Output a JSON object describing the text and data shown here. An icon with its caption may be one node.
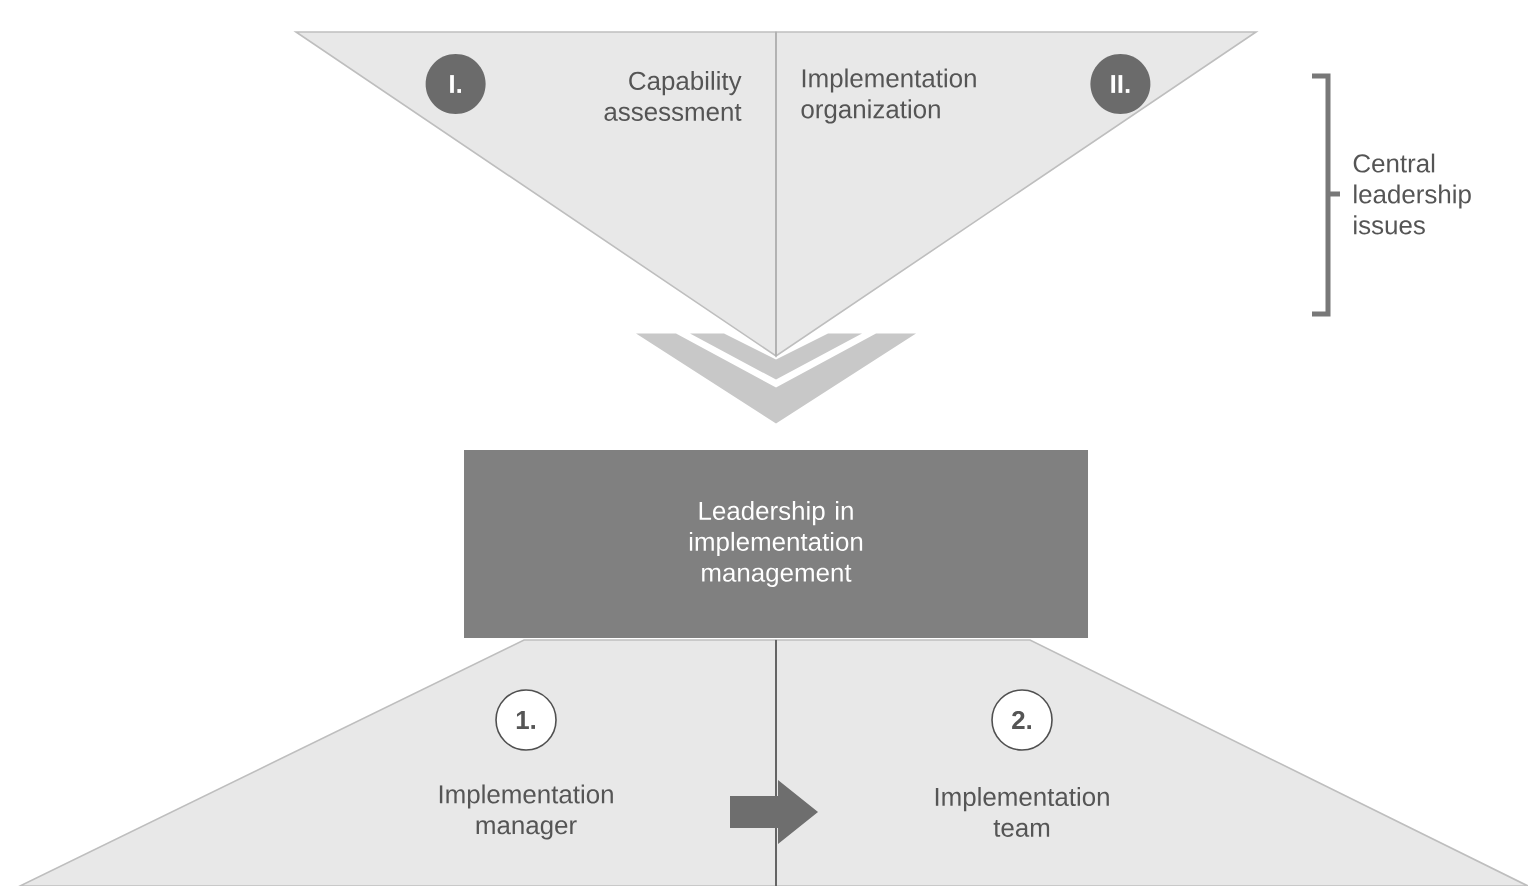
{
  "diagram": {
    "nodes": [
      {
        "text": [
          "Capability assessment"
        ]
      },
      {
        "text": [
          "I."
        ],
        "in": 0
      },
      {
        "text": [
          "Implementation organization"
        ]
      },
      {
        "text": [
          "II."
        ],
        "in": 2
      },
      {
        "text": [
          "Leadership in implementation management"
        ]
      },
      {
        "text": [
          "Implementation manager"
        ]
      },
      {
        "text": [
          "1."
        ],
        "in": 5
      },
      {
        "text": [
          "Implementation team"
        ]
      },
      {
        "text": [
          "2."
        ],
        "in": 7
      }
    ],
    "edges": [
      {
        "from": null,
        "to": 4,
        "arrow": "to"
      },
      {
        "from": 5,
        "to": 7,
        "arrow": "to"
      }
    ],
    "labels": [
      "Central leadership issues"
    ]
  }
}
